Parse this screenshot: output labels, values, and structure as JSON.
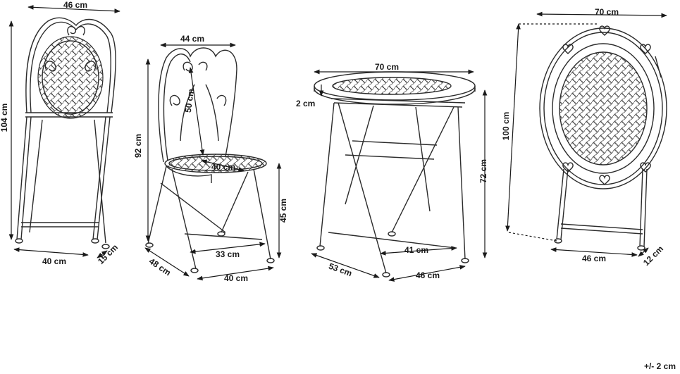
{
  "folded_chair": {
    "width": "46 cm",
    "height": "104 cm",
    "base_width": "40 cm",
    "depth": "15 cm"
  },
  "open_chair": {
    "back_width": "44 cm",
    "back_height": "50 cm",
    "height": "92 cm",
    "seat_diag": "40 cm",
    "seat_height": "45 cm",
    "leg_span": "33 cm",
    "depth": "48 cm",
    "width": "40 cm"
  },
  "table": {
    "diameter": "70 cm",
    "top_thickness": "2 cm",
    "height": "72 cm",
    "leg_span": "41 cm",
    "depth": "53 cm",
    "width": "46 cm"
  },
  "folded_table": {
    "diameter": "70 cm",
    "height": "100 cm",
    "width": "46 cm",
    "depth": "12 cm"
  },
  "tolerance": "+/- 2 cm",
  "colors": {
    "line": "#2b2b2b",
    "dim": "#1a1a1a"
  }
}
